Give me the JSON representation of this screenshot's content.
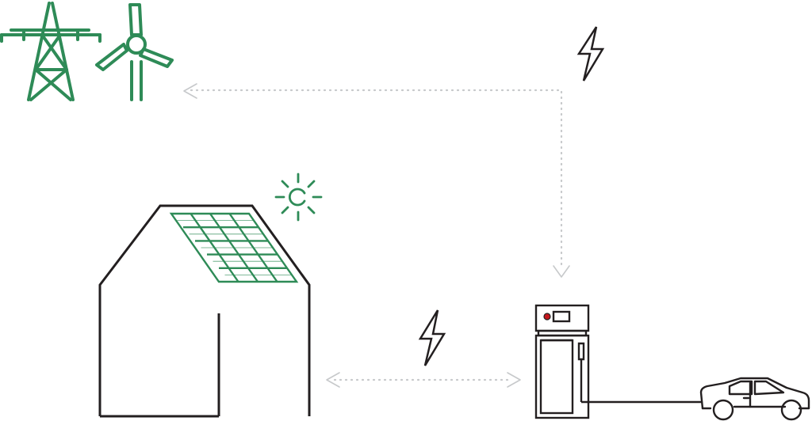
{
  "diagram": {
    "nodes": [
      {
        "id": "grid",
        "icon": "power-pylon-icon"
      },
      {
        "id": "wind",
        "icon": "wind-turbine-icon"
      },
      {
        "id": "sun",
        "icon": "sun-icon"
      },
      {
        "id": "house",
        "icon": "house-icon"
      },
      {
        "id": "solar",
        "icon": "solar-panel-icon"
      },
      {
        "id": "storage",
        "icon": "energy-storage-cabinet-icon"
      },
      {
        "id": "car",
        "icon": "electric-car-icon"
      }
    ],
    "edges": [
      {
        "from": "storage",
        "to": "grid",
        "style": "dotted",
        "direction": "to-grid"
      },
      {
        "from": "house",
        "to": "storage",
        "style": "dotted",
        "direction": "bidirectional"
      },
      {
        "from": "storage",
        "to": "car",
        "style": "solid",
        "direction": "cable"
      }
    ],
    "bolts": [
      "lightning-bolt-icon",
      "lightning-bolt-icon"
    ],
    "colors": {
      "renewable": "#2e8b57",
      "outline": "#231f20",
      "flow": "#c7c9cb",
      "indicator": "#c4161c"
    }
  }
}
